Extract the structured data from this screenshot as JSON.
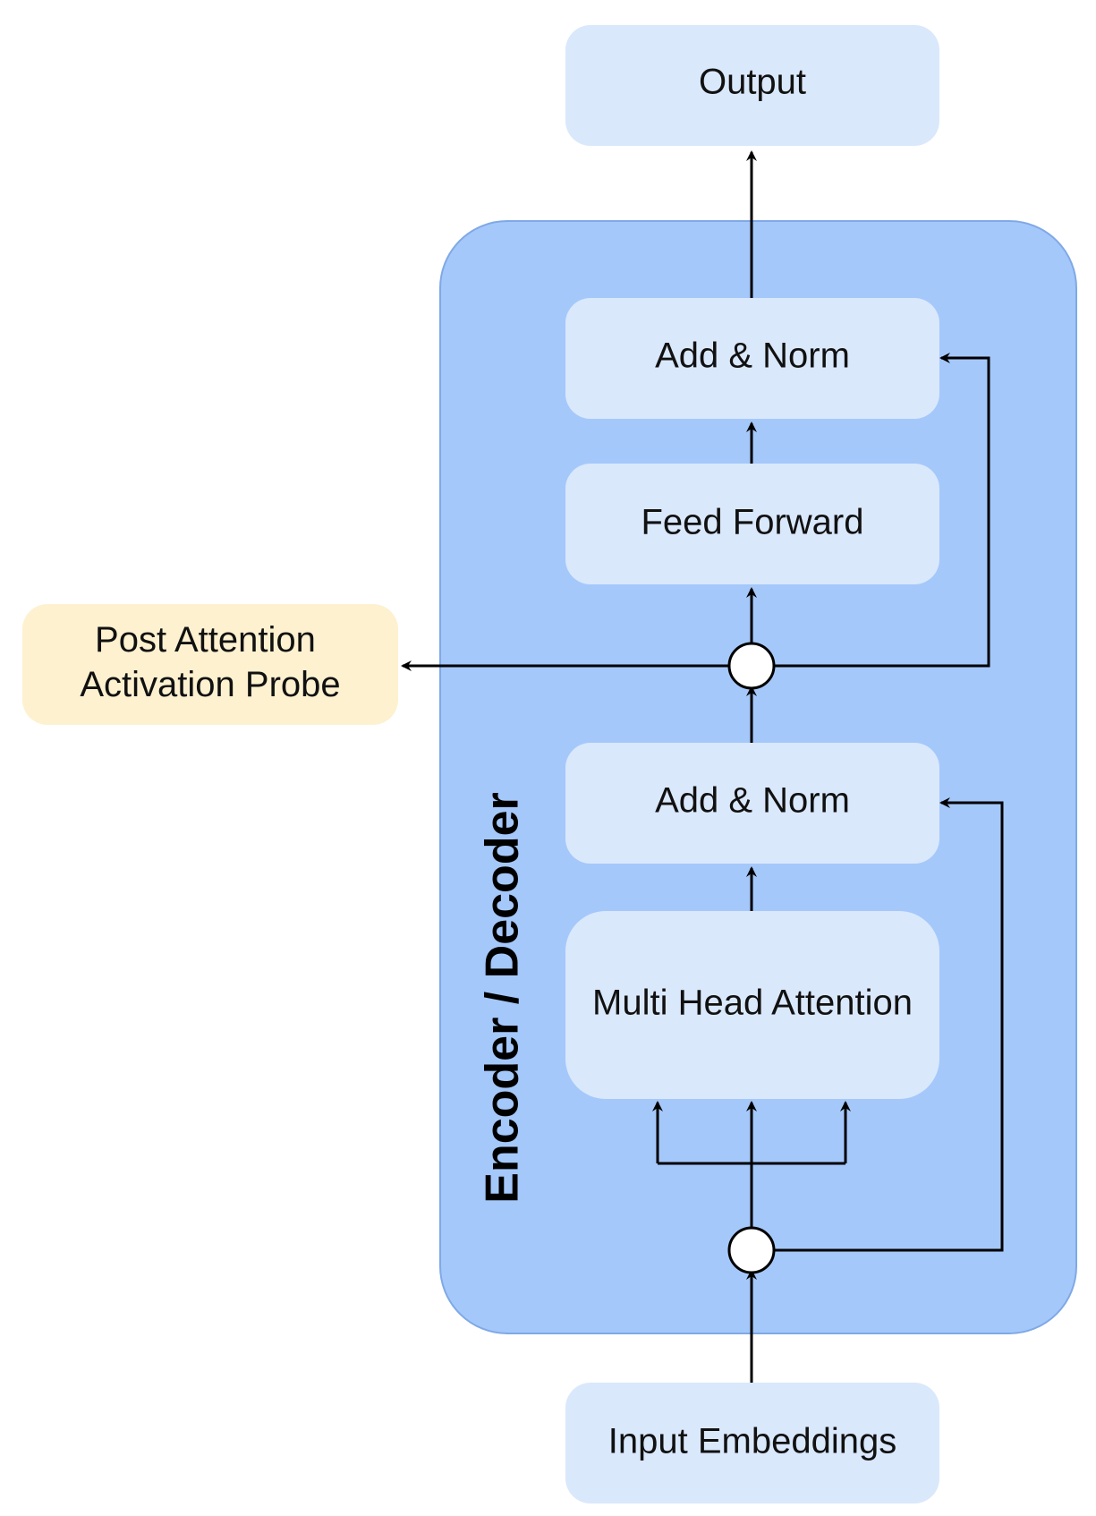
{
  "diagram": {
    "container": {
      "label": "Encoder / Decoder"
    },
    "nodes": {
      "output": "Output",
      "add_norm_top": "Add & Norm",
      "feed_forward": "Feed Forward",
      "probe": [
        "Post Attention",
        "Activation Probe"
      ],
      "add_norm_bottom": "Add & Norm",
      "multi_head_attention": "Multi Head Attention",
      "input_embeddings": "Input Embeddings"
    },
    "colors": {
      "container_fill": "#a5c8fb",
      "container_stroke": "#7fa9e6",
      "block_fill": "#dae8fc",
      "probe_fill": "#fdf1d0",
      "junction_fill": "#ffffff",
      "edge": "#000000"
    }
  }
}
